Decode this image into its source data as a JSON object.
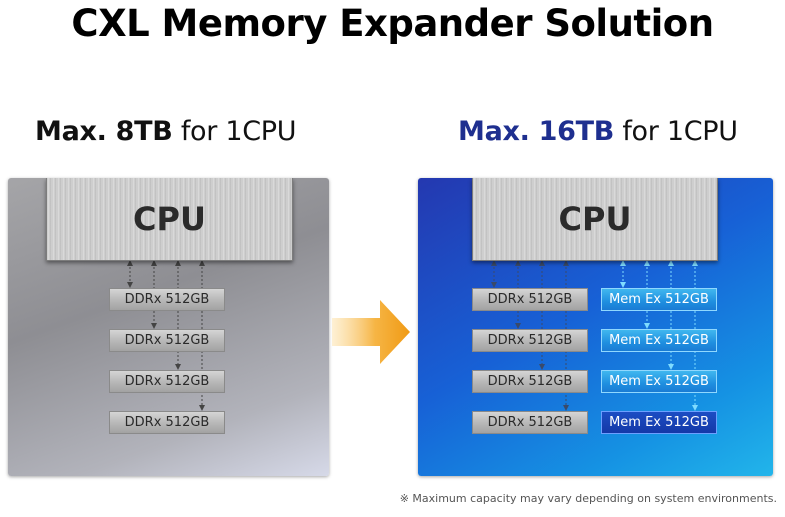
{
  "title": "CXL Memory Expander Solution",
  "left": {
    "heading_strong": "Max. 8TB",
    "heading_rest": " for 1CPU",
    "cpu_label": "CPU",
    "modules": [
      "DDRx 512GB",
      "DDRx 512GB",
      "DDRx 512GB",
      "DDRx 512GB"
    ]
  },
  "right": {
    "heading_strong": "Max. 16TB",
    "heading_rest": " for 1CPU",
    "cpu_label": "CPU",
    "ddr_modules": [
      "DDRx 512GB",
      "DDRx 512GB",
      "DDRx 512GB",
      "DDRx 512GB"
    ],
    "memex_modules": [
      "Mem Ex 512GB",
      "Mem Ex 512GB",
      "Mem Ex 512GB",
      "Mem Ex 512GB"
    ]
  },
  "footnote": "※ Maximum capacity may vary depending on system environments.",
  "colors": {
    "heading_accent": "#1e2f8f",
    "arrow": "#f4a21e",
    "memex_link": "#7fdcff",
    "ddr_link": "#444444"
  }
}
